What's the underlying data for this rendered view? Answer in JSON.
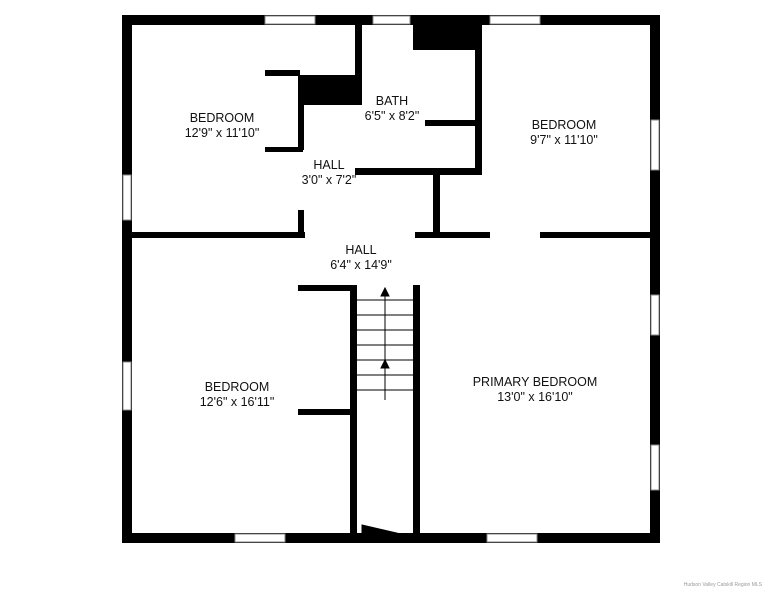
{
  "rooms": [
    {
      "name": "BEDROOM",
      "size": "12'9\" x 11'10\""
    },
    {
      "name": "BATH",
      "size": "6'5\" x 8'2\""
    },
    {
      "name": "BEDROOM",
      "size": "9'7\" x 11'10\""
    },
    {
      "name": "HALL",
      "size": "3'0\" x 7'2\""
    },
    {
      "name": "HALL",
      "size": "6'4\" x 14'9\""
    },
    {
      "name": "BEDROOM",
      "size": "12'6\" x 16'11\""
    },
    {
      "name": "PRIMARY BEDROOM",
      "size": "13'0\" x 16'10\""
    }
  ],
  "watermark": "Hudson Valley Catskill Region MLS",
  "colors": {
    "wall": "#000000",
    "background": "#ffffff"
  }
}
